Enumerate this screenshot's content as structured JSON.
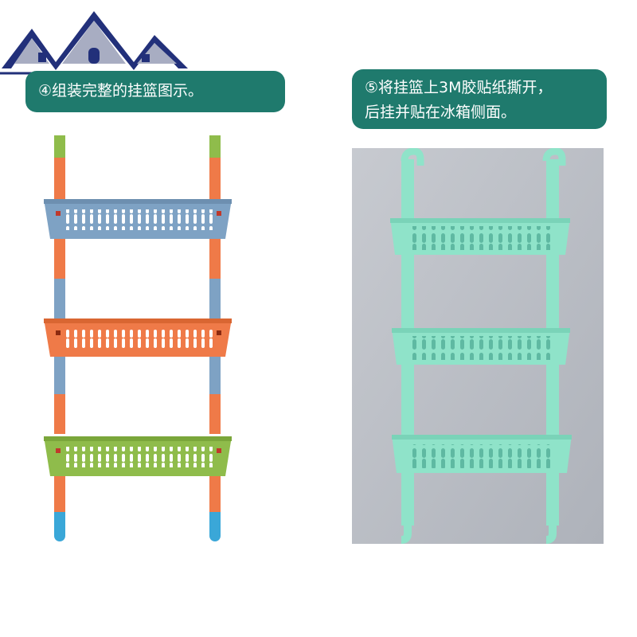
{
  "captions": {
    "step4": "④组装完整的挂篮图示。",
    "step5_line1": "⑤将挂篮上3M胶贴纸撕开，",
    "step5_line2": "后挂并贴在冰箱侧面。"
  },
  "colors": {
    "caption_bg": "#1f7a6d",
    "basket_top": "#7ea2c4",
    "basket_middle": "#ef7a48",
    "basket_bottom": "#8fbc4b",
    "mint": "#8fe3c9",
    "fridge": "#b9bcc3"
  },
  "logo": {
    "icon": "house-roof-logo-icon"
  }
}
